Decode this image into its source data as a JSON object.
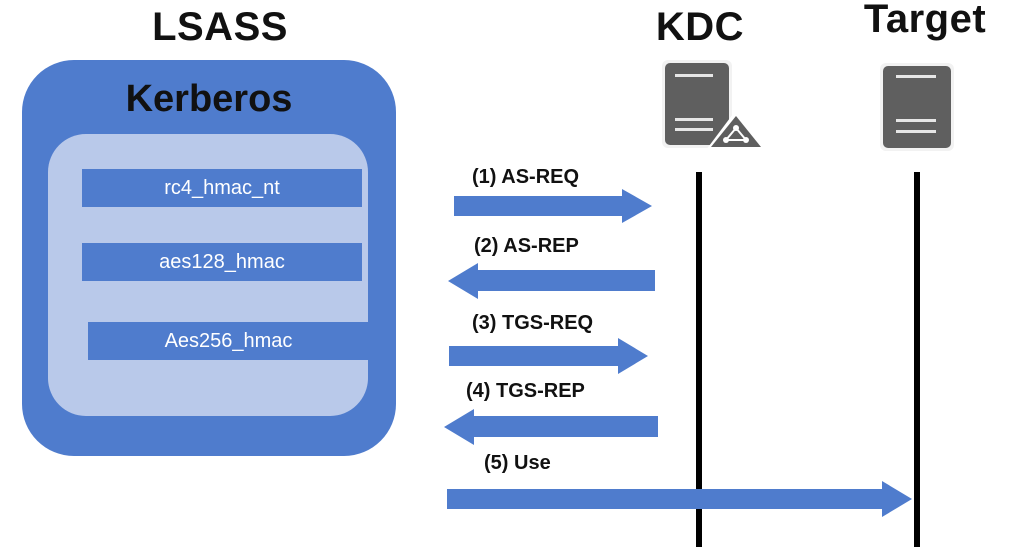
{
  "lsass": {
    "title": "LSASS",
    "kerberos_label": "Kerberos",
    "keys": [
      "rc4_hmac_nt",
      "aes128_hmac",
      "Aes256_hmac"
    ]
  },
  "kdc": {
    "title": "KDC",
    "icon": "server-with-network-icon"
  },
  "target": {
    "title": "Target",
    "icon": "server-icon"
  },
  "messages": [
    {
      "label": "(1) AS-REQ",
      "direction": "to-kdc"
    },
    {
      "label": "(2) AS-REP",
      "direction": "from-kdc"
    },
    {
      "label": "(3) TGS-REQ",
      "direction": "to-kdc"
    },
    {
      "label": "(4) TGS-REP",
      "direction": "from-kdc"
    },
    {
      "label": "(5) Use",
      "direction": "to-target"
    }
  ],
  "colors": {
    "accent_blue": "#4f7ccd",
    "light_blue": "#b9c9ea",
    "server_gray": "#5f5f5f",
    "lifeline": "#000000"
  }
}
